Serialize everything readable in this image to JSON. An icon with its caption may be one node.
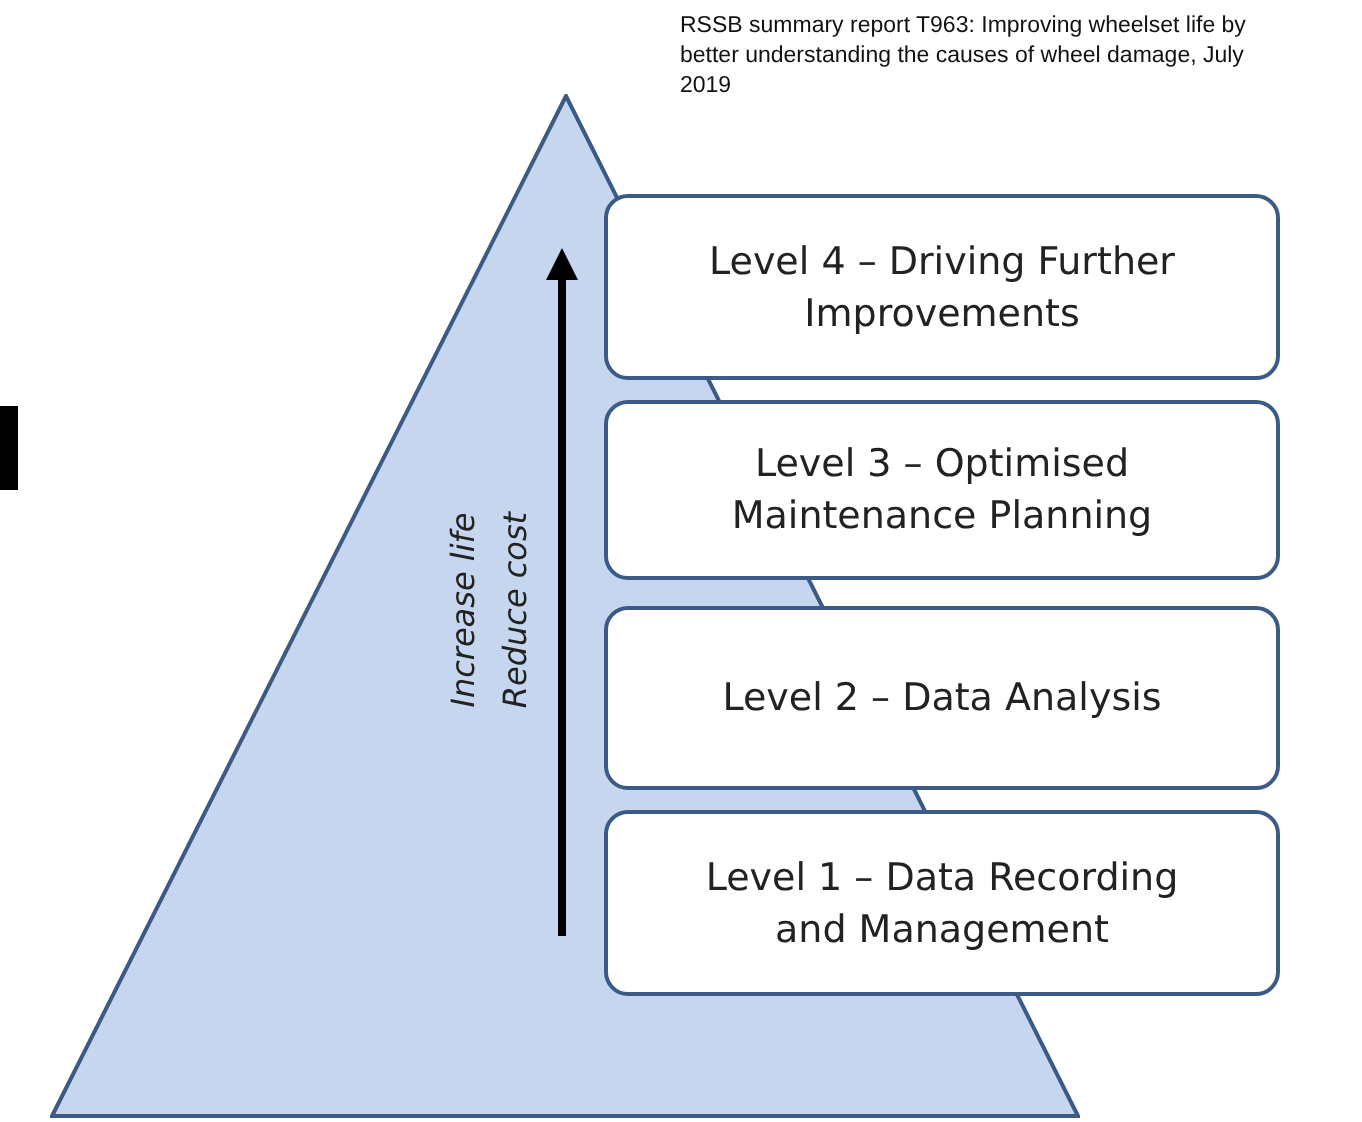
{
  "diagram": {
    "caption": "RSSB summary report T963: Improving wheelset life by better understanding the causes of wheel damage, July 2019",
    "nodes": [
      {
        "text": [
          "Increase life",
          "Reduce cost"
        ]
      },
      {
        "text": [
          "Level 4 – Driving Further Improvements"
        ]
      },
      {
        "text": [
          "Level 3 – Optimised Maintenance Planning"
        ]
      },
      {
        "text": [
          "Level 2 – Data Analysis"
        ]
      },
      {
        "text": [
          "Level 1 – Data Recording and Management"
        ]
      }
    ]
  }
}
